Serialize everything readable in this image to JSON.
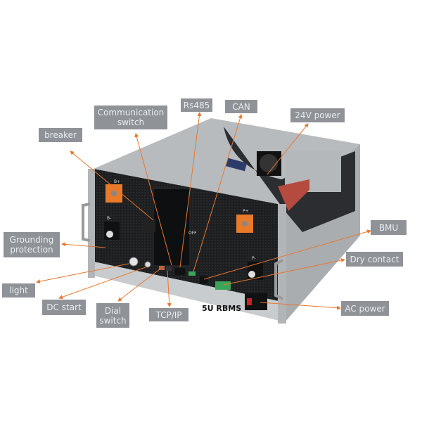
{
  "product_caption": "5U RBMS",
  "labels": {
    "communication_switch": "Communication switch",
    "rs485": "Rs485",
    "can": "CAN",
    "power_24v": "24V power",
    "breaker": "breaker",
    "bmu": "BMU",
    "grounding_protection": "Grounding protection",
    "dry_contact": "Dry contact",
    "light": "light",
    "dc_start": "DC start",
    "dial_switch": "Dial switch",
    "tcp_ip": "TCP/IP",
    "ac_power": "AC power"
  },
  "panel_marks": {
    "b_plus": "B+",
    "b_minus": "B-",
    "p_plus": "P+",
    "p_minus": "P-",
    "off": "OFF"
  },
  "colors": {
    "arrow": "#e8772e",
    "label_bg": "#8f9296",
    "label_text": "#e8eef4",
    "terminal": "#e87a2a"
  }
}
